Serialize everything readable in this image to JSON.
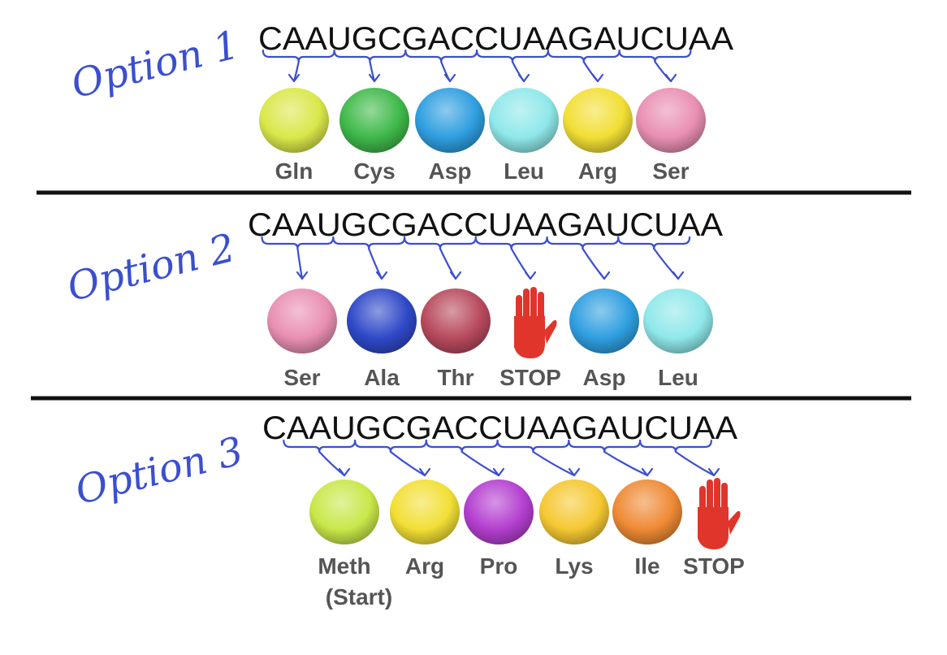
{
  "colors": {
    "handwriting": "#3a4fd0",
    "stop": "#e0352b",
    "label": "#555555"
  },
  "options": [
    {
      "title": "Option 1",
      "sequence": "CAAUGCGACCUAAGAUCUAA",
      "items": [
        {
          "label": "Gln",
          "color": "#d9e84a",
          "kind": "ball"
        },
        {
          "label": "Cys",
          "color": "#3fb94a",
          "kind": "ball"
        },
        {
          "label": "Asp",
          "color": "#2f9fe0",
          "kind": "ball"
        },
        {
          "label": "Leu",
          "color": "#8fe8ea",
          "kind": "ball"
        },
        {
          "label": "Arg",
          "color": "#f2df35",
          "kind": "ball"
        },
        {
          "label": "Ser",
          "color": "#e98fb3",
          "kind": "ball"
        }
      ]
    },
    {
      "title": "Option 2",
      "sequence": "CAAUGCGACCUAAGAUCUAA",
      "items": [
        {
          "label": "Ser",
          "color": "#e98fb3",
          "kind": "ball"
        },
        {
          "label": "Ala",
          "color": "#2f49c8",
          "kind": "ball"
        },
        {
          "label": "Thr",
          "color": "#b84a5e",
          "kind": "ball"
        },
        {
          "label": "STOP",
          "color": "#e0352b",
          "kind": "stop-hand-icon"
        },
        {
          "label": "Asp",
          "color": "#2f9fe0",
          "kind": "ball"
        },
        {
          "label": "Leu",
          "color": "#8fe8ea",
          "kind": "ball"
        }
      ]
    },
    {
      "title": "Option 3",
      "sequence": "CAAUGCGACCUAAGAUCUAA",
      "items": [
        {
          "label": "Meth",
          "sublabel": "(Start)",
          "color": "#c8e84a",
          "kind": "ball"
        },
        {
          "label": "Arg",
          "color": "#f2df35",
          "kind": "ball"
        },
        {
          "label": "Pro",
          "color": "#b43fd0",
          "kind": "ball"
        },
        {
          "label": "Lys",
          "color": "#f5c832",
          "kind": "ball"
        },
        {
          "label": "Ile",
          "color": "#ef8a35",
          "kind": "ball"
        },
        {
          "label": "STOP",
          "color": "#e0352b",
          "kind": "stop-hand-icon"
        }
      ]
    }
  ]
}
